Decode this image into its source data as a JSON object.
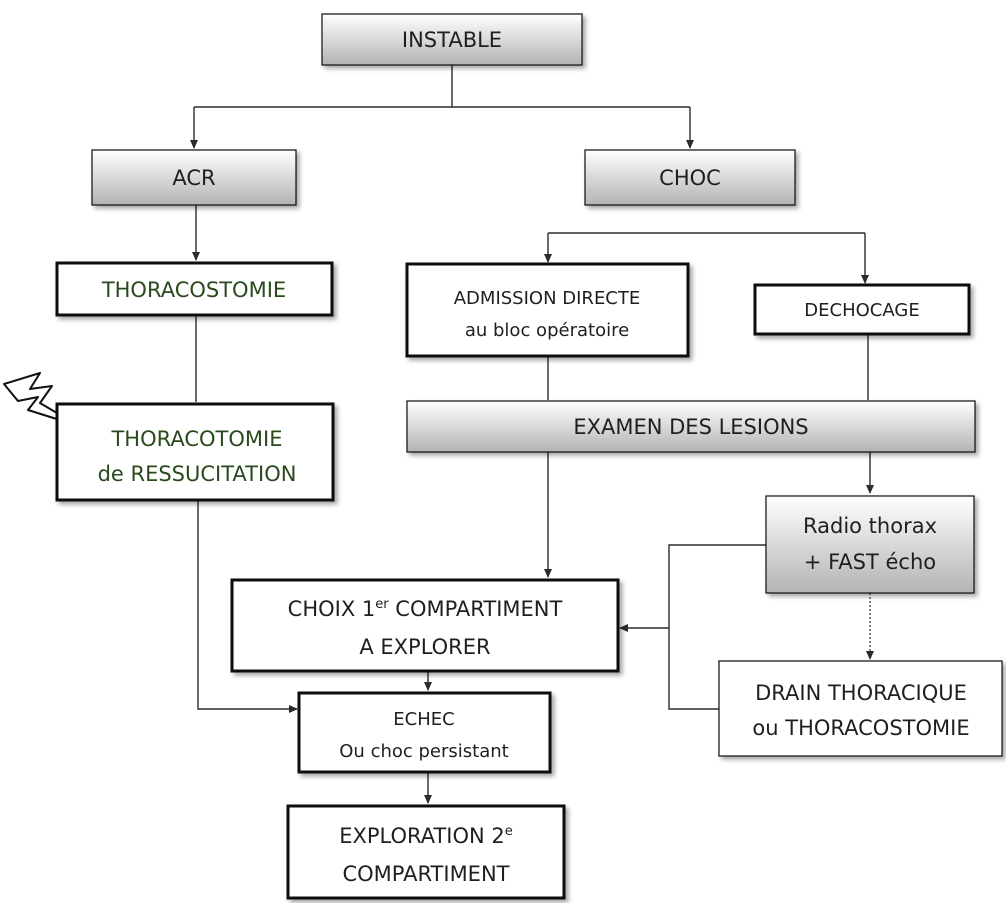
{
  "nodes": {
    "instable": "INSTABLE",
    "acr": "ACR",
    "choc": "CHOC",
    "thoracostomie": "THORACOSTOMIE",
    "admission": [
      "ADMISSION DIRECTE",
      "au bloc opératoire"
    ],
    "dechocage": "DECHOCAGE",
    "thoracotomie": [
      "THORACOTOMIE",
      "de RESSUCITATION"
    ],
    "examen": "EXAMEN DES LESIONS",
    "radio": [
      "Radio thorax",
      "+ FAST écho"
    ],
    "choix": {
      "line1_pre": "CHOIX 1",
      "line1_sup": "er",
      "line1_post": " COMPARTIMENT",
      "line2": "A EXPLORER"
    },
    "drain": [
      "DRAIN THORACIQUE",
      "ou THORACOSTOMIE"
    ],
    "echec": [
      "ECHEC",
      "Ou choc persistant"
    ],
    "exploration": {
      "line1_pre": "EXPLORATION 2",
      "line1_sup": "e",
      "line2": "COMPARTIMENT"
    }
  },
  "icons": {
    "lightning": "lightning-bolt-icon"
  },
  "colors": {
    "gray_box_top": "#ffffff",
    "gray_box_bottom": "#b3b3b3",
    "border": "#111111",
    "accent_text": "#2a4a1e"
  }
}
